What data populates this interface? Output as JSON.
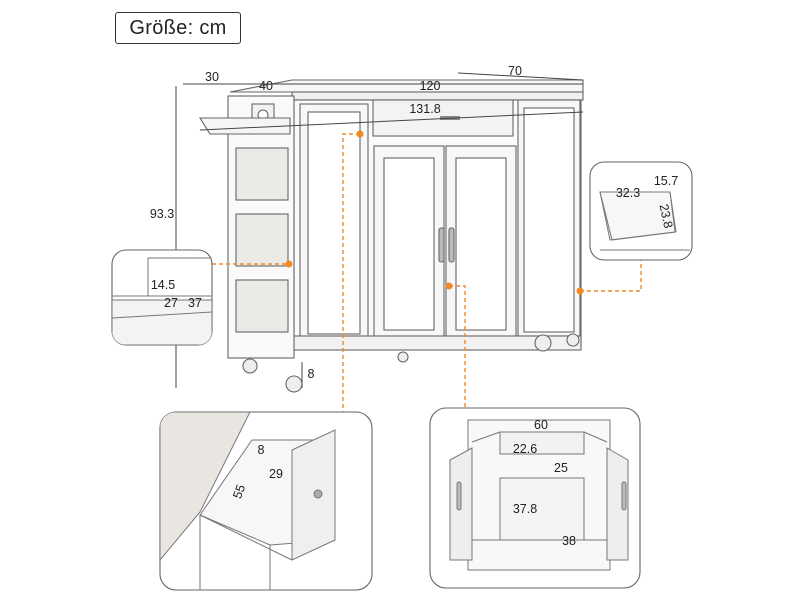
{
  "header": {
    "size_label": "Größe: cm"
  },
  "dimensions": {
    "side_depth": "30",
    "side_width": "40",
    "top_width": "120",
    "top_depth": "70",
    "overall_width": "131.8",
    "height": "93.3",
    "wheel_height": "8"
  },
  "detail_shelf": {
    "height": "14.5",
    "depth": "27",
    "width": "37"
  },
  "detail_towel_bar": {
    "width": "32.3",
    "depth": "15.7",
    "height": "23.8"
  },
  "detail_drawer": {
    "height": "8",
    "width": "29",
    "depth": "55"
  },
  "detail_cabinet": {
    "inner_width": "60",
    "upper_height": "22.6",
    "shelf_depth": "25",
    "lower_height": "37.8",
    "lower_width": "38"
  },
  "colors": {
    "line": "#555555",
    "accent": "#f08a24",
    "fill": "#f4f4f4",
    "wood": "#e9e6e2"
  }
}
